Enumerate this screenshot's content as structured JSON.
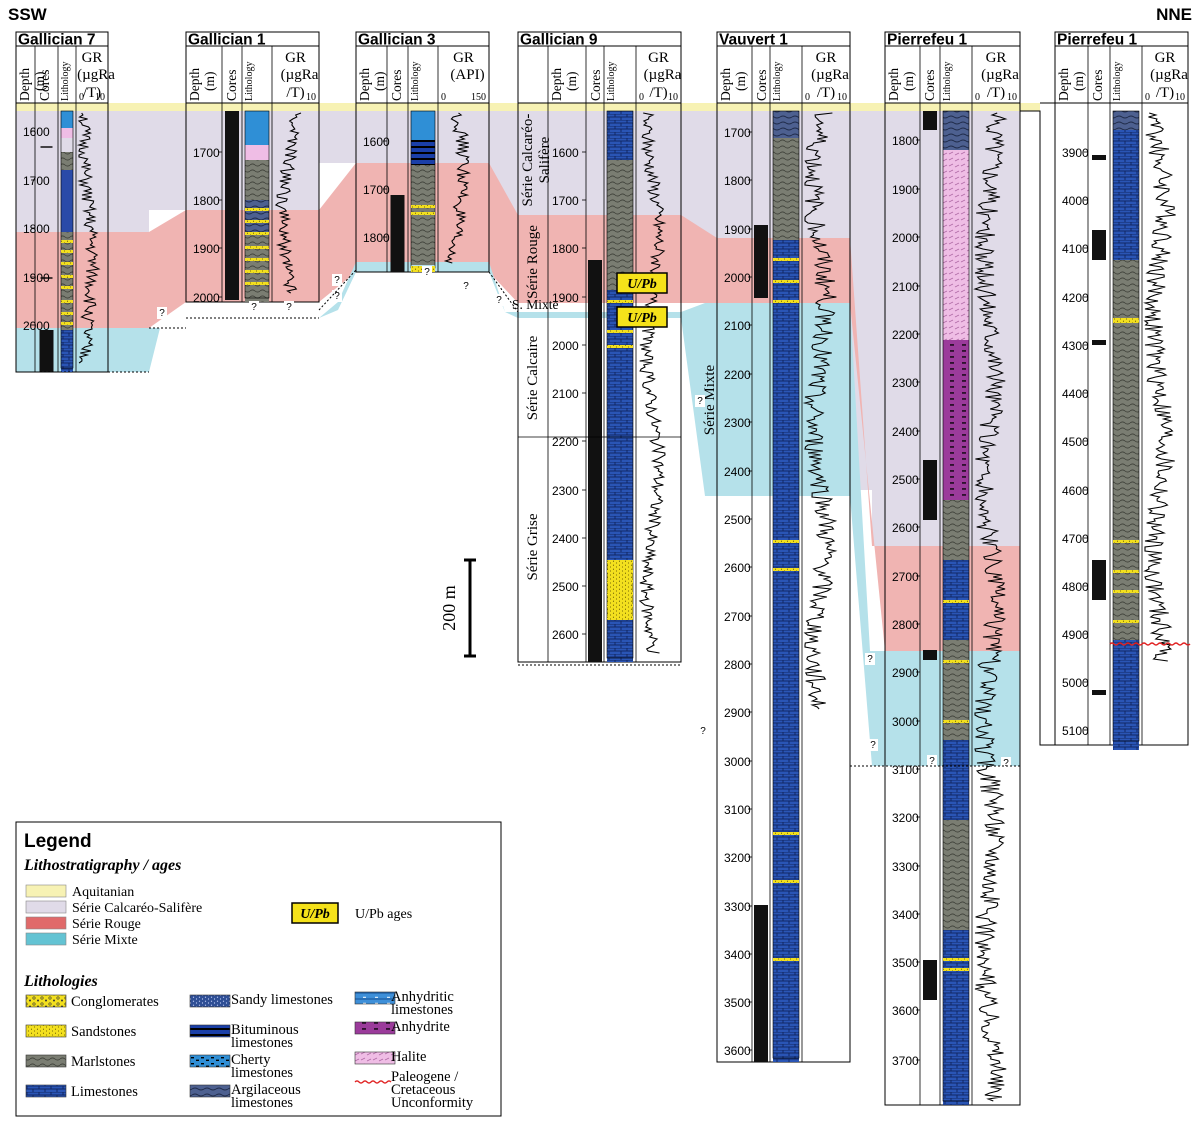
{
  "diagram": {
    "direction_left": "SSW",
    "direction_right": "NNE",
    "col_headers": {
      "depth_a": "Depth",
      "depth_b": "(m)",
      "cores": "Cores",
      "lithology": "Lithology"
    },
    "wells": [
      {
        "name": "Gallician 7",
        "gr_a": "GR",
        "gr_b": "(µgRa",
        "gr_c": "/T)",
        "gr_lo": "0",
        "gr_hi": "10",
        "depths": [
          "1600",
          "1700",
          "1800",
          "1900",
          "2000"
        ]
      },
      {
        "name": "Gallician 1",
        "gr_a": "GR",
        "gr_b": "(µgRa",
        "gr_c": "/T)",
        "gr_lo": "",
        "gr_hi": "10",
        "depths": [
          "1700",
          "1800",
          "1900",
          "2000"
        ]
      },
      {
        "name": "Gallician 3",
        "gr_a": "GR",
        "gr_b": "(API)",
        "gr_c": "",
        "gr_lo": "0",
        "gr_hi": "150",
        "depths": [
          "1600",
          "1700",
          "1800"
        ]
      },
      {
        "name": "Gallician 9",
        "gr_a": "GR",
        "gr_b": "(µgRa",
        "gr_c": "/T)",
        "gr_lo": "0",
        "gr_hi": "10",
        "depths": [
          "1600",
          "1700",
          "1800",
          "1900",
          "2000",
          "2100",
          "2200",
          "2300",
          "2400",
          "2500",
          "2600"
        ]
      },
      {
        "name": "Vauvert 1",
        "gr_a": "GR",
        "gr_b": "(µgRa",
        "gr_c": "/T)",
        "gr_lo": "0",
        "gr_hi": "10",
        "depths": [
          "1700",
          "1800",
          "1900",
          "2000",
          "2100",
          "2200",
          "2300",
          "2400",
          "2500",
          "2600",
          "2700",
          "2800",
          "2900",
          "3000",
          "3100",
          "3200",
          "3300",
          "3400",
          "3500",
          "3600"
        ]
      },
      {
        "name": "Pierrefeu 1",
        "gr_a": "GR",
        "gr_b": "(µgRa",
        "gr_c": "/T)",
        "gr_lo": "0",
        "gr_hi": "10",
        "depths": [
          "1800",
          "1900",
          "2000",
          "2100",
          "2200",
          "2300",
          "2400",
          "2500",
          "2600",
          "2700",
          "2800",
          "2900",
          "3000",
          "3100",
          "3200",
          "3300",
          "3400",
          "3500",
          "3600",
          "3700"
        ]
      },
      {
        "name": "Pierrefeu 1",
        "gr_a": "GR",
        "gr_b": "(µgRa",
        "gr_c": "/T)",
        "gr_lo": "0",
        "gr_hi": "10",
        "depths": [
          "3900",
          "4000",
          "4100",
          "4200",
          "4300",
          "4400",
          "4500",
          "4600",
          "4700",
          "4800",
          "4900",
          "5000",
          "5100"
        ]
      }
    ],
    "units": {
      "calcareo_salifere": "Série Calcaréo-\nSalifère",
      "rouge": "Série Rouge",
      "mixte_short": "S. Mixte",
      "calcaire": "Série Calcaire",
      "grise": "Série Grise",
      "mixte": "Série Mixte"
    },
    "upb_label": "U/Pb",
    "unknown": "?",
    "scale_label": "200 m",
    "legend": {
      "title": "Legend",
      "section1": "Lithostratigraphy / ages",
      "strat": [
        {
          "label": "Aquitanian",
          "color": "#f7f2b4"
        },
        {
          "label": "Série Calcaréo-Salifère",
          "color": "#e0dbe8"
        },
        {
          "label": "Série Rouge",
          "color": "#e06a6a"
        },
        {
          "label": "Série Mixte",
          "color": "#63c3d3"
        }
      ],
      "upb": {
        "box": "U/Pb",
        "label": "U/Pb ages"
      },
      "section2": "Lithologies",
      "lith_col1": [
        "Conglomerates",
        "Sandstones",
        "Marlstones",
        "Limestones"
      ],
      "lith_col2": [
        "Sandy limestones",
        "Bituminous\nlimestones",
        "Cherty\nlimestones",
        "Argilaceous\nlimestones"
      ],
      "lith_col3": [
        "Anhydritic\nlimestones",
        "Anhydrite",
        "Halite",
        "Paleogene /\nCretaceous\nUnconformity"
      ]
    },
    "colors": {
      "aquitanian": "#f7f2b4",
      "calcareo": "#e0dbe8",
      "rouge": "#f0b4b2",
      "mixte": "#b5e1ea",
      "limestone": "#2a55b5",
      "marl": "#7a7d72",
      "sand": "#f3e01f",
      "anhydrite": "#9b3b9b",
      "halite": "#efbde5",
      "upb": "#f5e21a",
      "unconformity": "#e02020"
    }
  }
}
